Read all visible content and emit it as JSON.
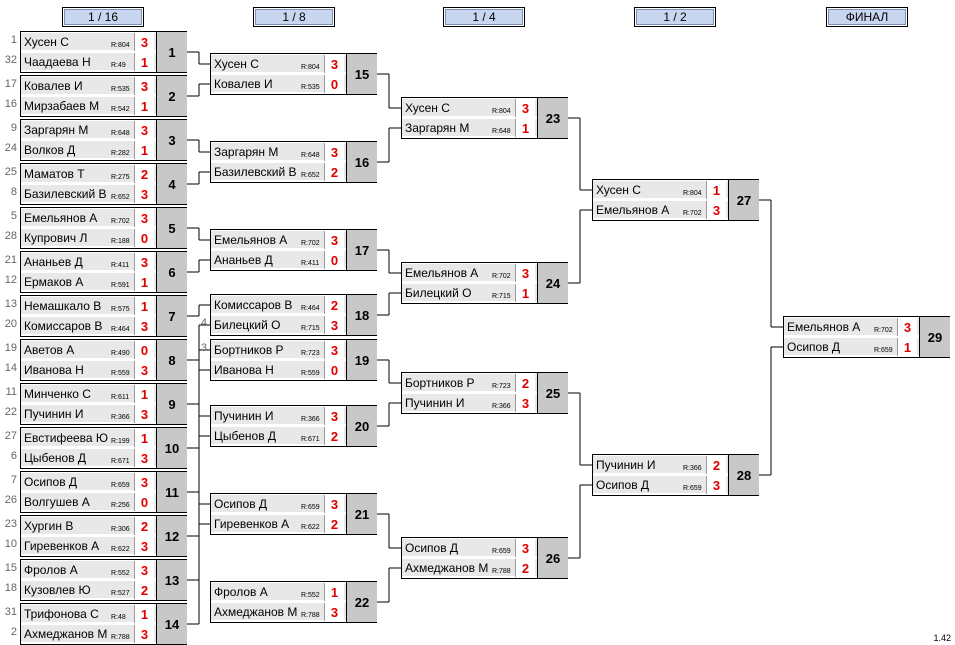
{
  "rounds": [
    "1 / 16",
    "1 / 8",
    "1 / 4",
    "1 / 2",
    "ФИНАЛ"
  ],
  "matches": [
    {
      "n": "1",
      "p": [
        {
          "seed": "1",
          "name": "Хусен С",
          "r": "R:804",
          "s": "3"
        },
        {
          "seed": "32",
          "name": "Чаадаева Н",
          "r": "R:49",
          "s": "1"
        }
      ]
    },
    {
      "n": "2",
      "p": [
        {
          "seed": "17",
          "name": "Ковалев И",
          "r": "R:535",
          "s": "3"
        },
        {
          "seed": "16",
          "name": "Мирзабаев М",
          "r": "R:542",
          "s": "1"
        }
      ]
    },
    {
      "n": "3",
      "p": [
        {
          "seed": "9",
          "name": "Заргарян М",
          "r": "R:648",
          "s": "3"
        },
        {
          "seed": "24",
          "name": "Волков Д",
          "r": "R:282",
          "s": "1"
        }
      ]
    },
    {
      "n": "4",
      "p": [
        {
          "seed": "25",
          "name": "Маматов Т",
          "r": "R:275",
          "s": "2"
        },
        {
          "seed": "8",
          "name": "Базилевский В",
          "r": "R:652",
          "s": "3"
        }
      ]
    },
    {
      "n": "5",
      "p": [
        {
          "seed": "5",
          "name": "Емельянов А",
          "r": "R:702",
          "s": "3"
        },
        {
          "seed": "28",
          "name": "Купрович Л",
          "r": "R:188",
          "s": "0"
        }
      ]
    },
    {
      "n": "6",
      "p": [
        {
          "seed": "21",
          "name": "Ананьев Д",
          "r": "R:411",
          "s": "3"
        },
        {
          "seed": "12",
          "name": "Ермаков А",
          "r": "R:591",
          "s": "1"
        }
      ]
    },
    {
      "n": "7",
      "p": [
        {
          "seed": "13",
          "name": "Немашкало В",
          "r": "R:575",
          "s": "1"
        },
        {
          "seed": "20",
          "name": "Комиссаров В",
          "r": "R:464",
          "s": "3"
        }
      ]
    },
    {
      "n": "8",
      "p": [
        {
          "seed": "19",
          "name": "Аветов А",
          "r": "R:490",
          "s": "0"
        },
        {
          "seed": "14",
          "name": "Иванова Н",
          "r": "R:559",
          "s": "3"
        }
      ]
    },
    {
      "n": "9",
      "p": [
        {
          "seed": "11",
          "name": "Минченко С",
          "r": "R:611",
          "s": "1"
        },
        {
          "seed": "22",
          "name": "Пучинин И",
          "r": "R:366",
          "s": "3"
        }
      ]
    },
    {
      "n": "10",
      "p": [
        {
          "seed": "27",
          "name": "Евстифеева Ю",
          "r": "R:199",
          "s": "1"
        },
        {
          "seed": "6",
          "name": "Цыбенов Д",
          "r": "R:671",
          "s": "3"
        }
      ]
    },
    {
      "n": "11",
      "p": [
        {
          "seed": "7",
          "name": "Осипов Д",
          "r": "R:659",
          "s": "3"
        },
        {
          "seed": "26",
          "name": "Волгушев А",
          "r": "R:256",
          "s": "0"
        }
      ]
    },
    {
      "n": "12",
      "p": [
        {
          "seed": "23",
          "name": "Хургин В",
          "r": "R:306",
          "s": "2"
        },
        {
          "seed": "10",
          "name": "Гиревенков А",
          "r": "R:622",
          "s": "3"
        }
      ]
    },
    {
      "n": "13",
      "p": [
        {
          "seed": "15",
          "name": "Фролов А",
          "r": "R:552",
          "s": "3"
        },
        {
          "seed": "18",
          "name": "Кузовлев Ю",
          "r": "R:527",
          "s": "2"
        }
      ]
    },
    {
      "n": "14",
      "p": [
        {
          "seed": "31",
          "name": "Трифонова С",
          "r": "R:48",
          "s": "1"
        },
        {
          "seed": "2",
          "name": "Ахмеджанов М",
          "r": "R:788",
          "s": "3"
        }
      ]
    },
    {
      "n": "15",
      "p": [
        {
          "seed": "",
          "name": "Хусен С",
          "r": "R:804",
          "s": "3"
        },
        {
          "seed": "",
          "name": "Ковалев И",
          "r": "R:535",
          "s": "0"
        }
      ]
    },
    {
      "n": "16",
      "p": [
        {
          "seed": "",
          "name": "Заргарян М",
          "r": "R:648",
          "s": "3"
        },
        {
          "seed": "",
          "name": "Базилевский В",
          "r": "R:652",
          "s": "2"
        }
      ]
    },
    {
      "n": "17",
      "p": [
        {
          "seed": "",
          "name": "Емельянов А",
          "r": "R:702",
          "s": "3"
        },
        {
          "seed": "",
          "name": "Ананьев Д",
          "r": "R:411",
          "s": "0"
        }
      ]
    },
    {
      "n": "18",
      "p": [
        {
          "seed": "",
          "name": "Комиссаров В",
          "r": "R:464",
          "s": "2"
        },
        {
          "seed": "4",
          "name": "Билецкий О",
          "r": "R:715",
          "s": "3"
        }
      ]
    },
    {
      "n": "19",
      "p": [
        {
          "seed": "3",
          "name": "Бортников Р",
          "r": "R:723",
          "s": "3"
        },
        {
          "seed": "",
          "name": "Иванова Н",
          "r": "R:559",
          "s": "0"
        }
      ]
    },
    {
      "n": "20",
      "p": [
        {
          "seed": "",
          "name": "Пучинин И",
          "r": "R:366",
          "s": "3"
        },
        {
          "seed": "",
          "name": "Цыбенов Д",
          "r": "R:671",
          "s": "2"
        }
      ]
    },
    {
      "n": "21",
      "p": [
        {
          "seed": "",
          "name": "Осипов Д",
          "r": "R:659",
          "s": "3"
        },
        {
          "seed": "",
          "name": "Гиревенков А",
          "r": "R:622",
          "s": "2"
        }
      ]
    },
    {
      "n": "22",
      "p": [
        {
          "seed": "",
          "name": "Фролов А",
          "r": "R:552",
          "s": "1"
        },
        {
          "seed": "",
          "name": "Ахмеджанов М",
          "r": "R:788",
          "s": "3"
        }
      ]
    },
    {
      "n": "23",
      "p": [
        {
          "seed": "",
          "name": "Хусен С",
          "r": "R:804",
          "s": "3"
        },
        {
          "seed": "",
          "name": "Заргарян М",
          "r": "R:648",
          "s": "1"
        }
      ]
    },
    {
      "n": "24",
      "p": [
        {
          "seed": "",
          "name": "Емельянов А",
          "r": "R:702",
          "s": "3"
        },
        {
          "seed": "",
          "name": "Билецкий О",
          "r": "R:715",
          "s": "1"
        }
      ]
    },
    {
      "n": "25",
      "p": [
        {
          "seed": "",
          "name": "Бортников Р",
          "r": "R:723",
          "s": "2"
        },
        {
          "seed": "",
          "name": "Пучинин И",
          "r": "R:366",
          "s": "3"
        }
      ]
    },
    {
      "n": "26",
      "p": [
        {
          "seed": "",
          "name": "Осипов Д",
          "r": "R:659",
          "s": "3"
        },
        {
          "seed": "",
          "name": "Ахмеджанов М",
          "r": "R:788",
          "s": "2"
        }
      ]
    },
    {
      "n": "27",
      "p": [
        {
          "seed": "",
          "name": "Хусен С",
          "r": "R:804",
          "s": "1"
        },
        {
          "seed": "",
          "name": "Емельянов А",
          "r": "R:702",
          "s": "3"
        }
      ]
    },
    {
      "n": "28",
      "p": [
        {
          "seed": "",
          "name": "Пучинин И",
          "r": "R:366",
          "s": "2"
        },
        {
          "seed": "",
          "name": "Осипов Д",
          "r": "R:659",
          "s": "3"
        }
      ]
    },
    {
      "n": "29",
      "p": [
        {
          "seed": "",
          "name": "Емельянов А",
          "r": "R:702",
          "s": "3"
        },
        {
          "seed": "",
          "name": "Осипов Д",
          "r": "R:659",
          "s": "1"
        }
      ]
    }
  ],
  "version": "1.42",
  "colors": {
    "header_bg": "#c9d6ef",
    "score": "#e00000",
    "number_bg": "#c8c8c8",
    "row_bg": "#e8e8e8"
  }
}
